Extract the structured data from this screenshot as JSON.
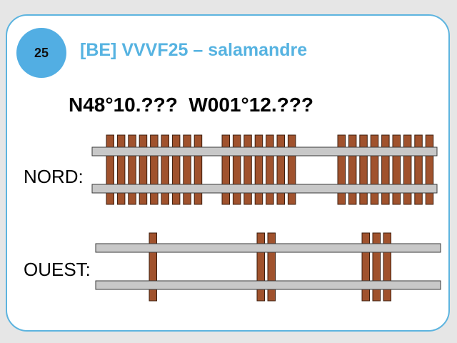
{
  "badge_number": "25",
  "title": "[BE] VVVF25 – salamandre",
  "coordinates": "N48°10.???  W001°12.???",
  "nord": {
    "label": "NORD:",
    "tie_groups": [
      9,
      7,
      9
    ]
  },
  "ouest": {
    "label": "OUEST:",
    "tie_groups": [
      1,
      2,
      3
    ]
  },
  "colors": {
    "accent": "#56b3e1",
    "badge": "#52aee3",
    "rail_fill": "#c8c8c8",
    "rail_stroke": "#3a3a3a",
    "tie_fill": "#a0522d",
    "tie_stroke": "#3d1f0f"
  }
}
